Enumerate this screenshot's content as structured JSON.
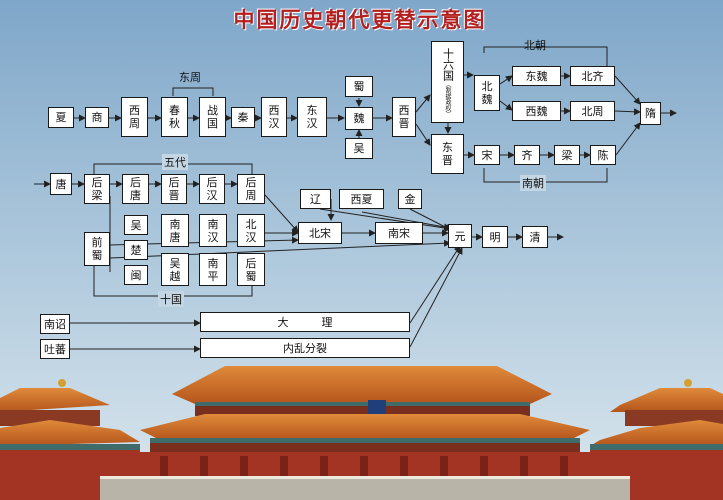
{
  "title": "中国历史朝代更替示意图",
  "dynasties": {
    "xia": "夏",
    "shang": "商",
    "western_zhou": "西\n周",
    "chunqiu": "春\n秋",
    "zhanguo": "战\n国",
    "qin": "秦",
    "western_han": "西\n汉",
    "eastern_han": "东\n汉",
    "shu": "蜀",
    "wei": "魏",
    "wu": "吴",
    "western_jin": "西\n晋",
    "sixteen_kingdoms": "十六国",
    "sixteen_kingdoms_note": "（割据政权）",
    "eastern_jin": "东\n晋",
    "northern_wei": "北\n魏",
    "eastern_wei": "东魏",
    "northern_qi": "北齐",
    "western_wei": "西魏",
    "northern_zhou": "北周",
    "song_s": "宋",
    "qi_s": "齐",
    "liang_s": "梁",
    "chen_s": "陈",
    "sui": "隋",
    "tang": "唐",
    "later_liang": "后\n梁",
    "later_tang": "后\n唐",
    "later_jin": "后\n晋",
    "later_han": "后\n汉",
    "later_zhou": "后\n周",
    "former_shu": "前\n蜀",
    "wu_k": "吴",
    "chu_k": "楚",
    "min_k": "闽",
    "southern_tang": "南\n唐",
    "wuyue": "吴\n越",
    "southern_han": "南\n汉",
    "nanping": "南\n平",
    "northern_han": "北\n汉",
    "later_shu": "后\n蜀",
    "liao": "辽",
    "western_xia": "西夏",
    "jin": "金",
    "northern_song": "北宋",
    "southern_song": "南宋",
    "yuan": "元",
    "ming": "明",
    "qing": "清",
    "nanzhao": "南诏",
    "dali": "大　　　理",
    "tubo": "吐蕃",
    "internal_split": "内乱分裂"
  },
  "labels": {
    "eastern_zhou": "东周",
    "northern_dynasties": "北朝",
    "southern_dynasties": "南朝",
    "five_dynasties": "五代",
    "ten_kingdoms": "十国"
  },
  "colors": {
    "title": "#b31f1f",
    "sky_top": "#7fa7c9",
    "sky_bottom": "#c9dbe6",
    "roof": "#c96a22",
    "wall": "#a33322"
  }
}
